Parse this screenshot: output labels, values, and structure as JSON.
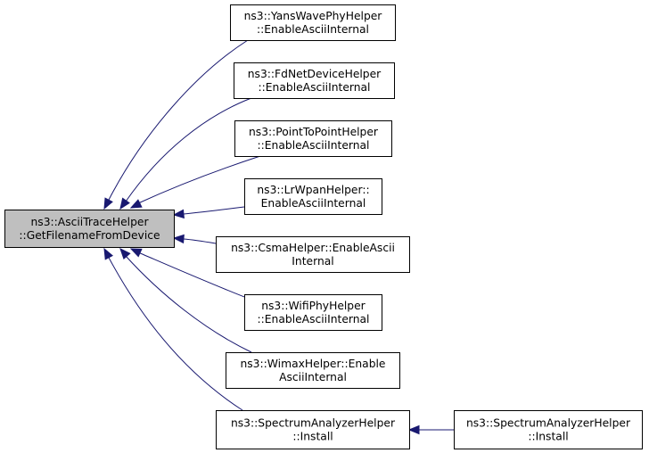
{
  "diagram": {
    "colors": {
      "edge": "#191970",
      "root_fill": "#bfbfbf",
      "node_fill": "#ffffff",
      "border": "#000000"
    },
    "nodes": [
      {
        "id": "root",
        "lines": [
          "ns3::AsciiTraceHelper",
          "::GetFilenameFromDevice"
        ],
        "highlight": true
      },
      {
        "id": "yans",
        "lines": [
          "ns3::YansWavePhyHelper",
          "::EnableAsciiInternal"
        ]
      },
      {
        "id": "fdnet",
        "lines": [
          "ns3::FdNetDeviceHelper",
          "::EnableAsciiInternal"
        ]
      },
      {
        "id": "p2p",
        "lines": [
          "ns3::PointToPointHelper",
          "::EnableAsciiInternal"
        ]
      },
      {
        "id": "lrwpan",
        "lines": [
          "ns3::LrWpanHelper::",
          "EnableAsciiInternal"
        ]
      },
      {
        "id": "csma",
        "lines": [
          "ns3::CsmaHelper::EnableAscii",
          "Internal"
        ]
      },
      {
        "id": "wifi",
        "lines": [
          "ns3::WifiPhyHelper",
          "::EnableAsciiInternal"
        ]
      },
      {
        "id": "wimax",
        "lines": [
          "ns3::WimaxHelper::Enable",
          "AsciiInternal"
        ]
      },
      {
        "id": "spec1",
        "lines": [
          "ns3::SpectrumAnalyzerHelper",
          "::Install"
        ]
      },
      {
        "id": "spec2",
        "lines": [
          "ns3::SpectrumAnalyzerHelper",
          "::Install"
        ]
      }
    ],
    "edges": [
      {
        "from": "yans",
        "to": "root"
      },
      {
        "from": "fdnet",
        "to": "root"
      },
      {
        "from": "p2p",
        "to": "root"
      },
      {
        "from": "lrwpan",
        "to": "root"
      },
      {
        "from": "csma",
        "to": "root"
      },
      {
        "from": "wifi",
        "to": "root"
      },
      {
        "from": "wimax",
        "to": "root"
      },
      {
        "from": "spec1",
        "to": "root"
      },
      {
        "from": "spec2",
        "to": "spec1"
      }
    ]
  }
}
